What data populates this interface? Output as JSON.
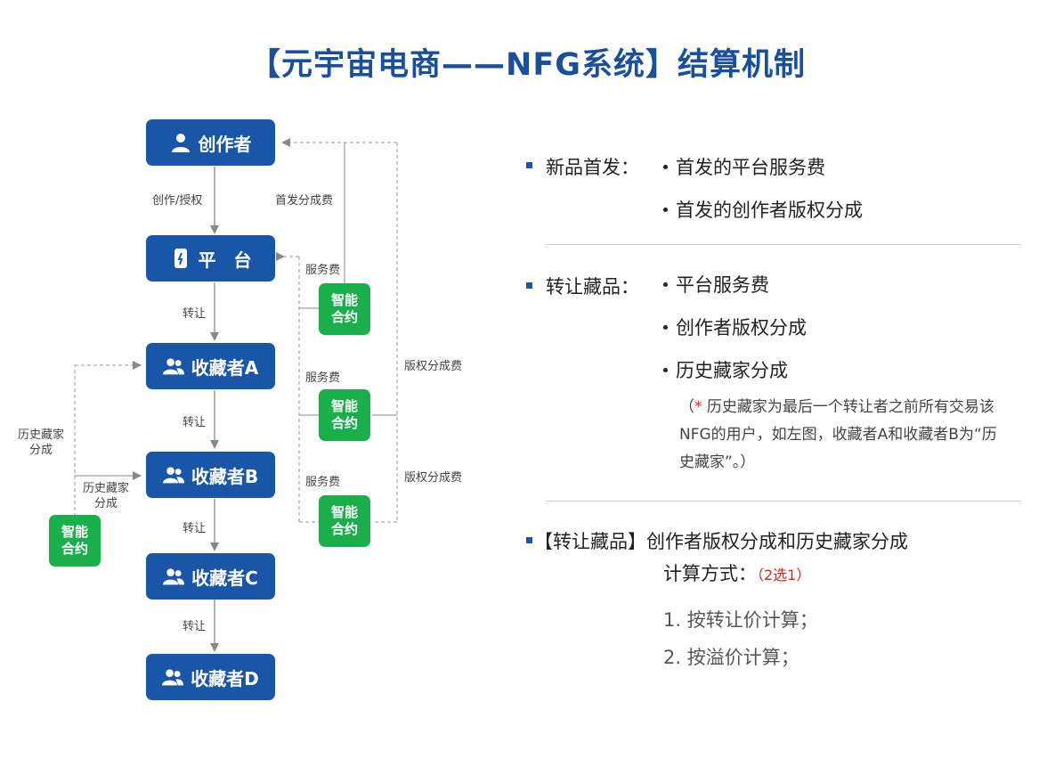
{
  "title": "【元宇宙电商——NFG系统】结算机制",
  "nodes": {
    "creator": "创作者",
    "platform": "平　台",
    "collector_a": "收藏者A",
    "collector_b": "收藏者B",
    "collector_c": "收藏者C",
    "collector_d": "收藏者D"
  },
  "smart_contract": {
    "line1": "智能",
    "line2": "合约"
  },
  "edge_labels": {
    "create_auth": "创作/授权",
    "transfer": "转让",
    "first_release_share": "首发分成费",
    "service_fee": "服务费",
    "copyright_share": "版权分成费",
    "history_share_l1": "历史藏家",
    "history_share_l2": "分成"
  },
  "right": {
    "section1": {
      "head": "新品首发：",
      "items": [
        "首发的平台服务费",
        "首发的创作者版权分成"
      ]
    },
    "section2": {
      "head": "转让藏品：",
      "items": [
        "平台服务费",
        "创作者版权分成",
        "历史藏家分成"
      ],
      "note_open": "（",
      "note_star": "*",
      "note_text": " 历史藏家为最后一个转让者之前所有交易该NFG的用户，如左图，收藏者A和收藏者B为“历史藏家”。）"
    },
    "section3": {
      "head": "【转让藏品】创作者版权分成和历史藏家分成",
      "sub": "计算方式：",
      "sub_note": "（2选1）",
      "methods": [
        "1. 按转让价计算；",
        "2. 按溢价计算；"
      ]
    }
  },
  "colors": {
    "title": "#1a4f9c",
    "node": "#1a56a8",
    "contract": "#1aaf4b",
    "accent_red": "#e02020"
  }
}
